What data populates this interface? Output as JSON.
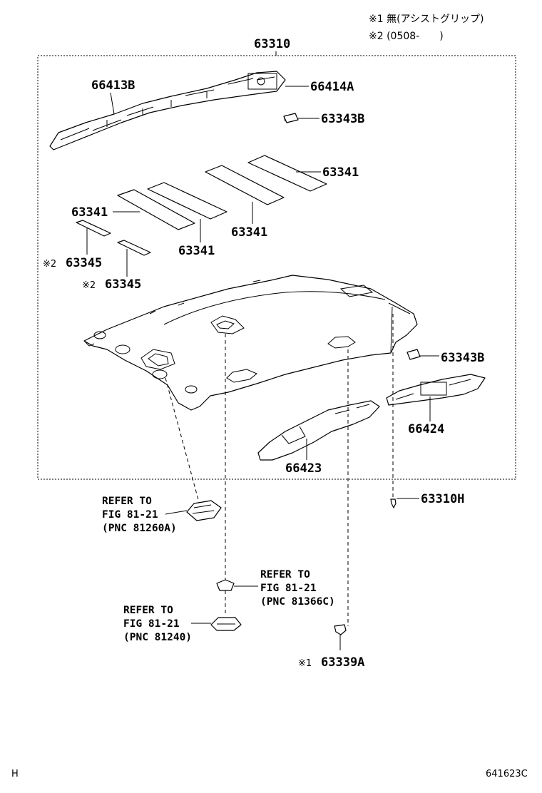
{
  "notes": {
    "note1": "※1 無(アシストグリップ)",
    "note2": "※2 (0508-　　)"
  },
  "labels": {
    "p63310": "63310",
    "p66413B": "66413B",
    "p66414A": "66414A",
    "p63343B_top": "63343B",
    "p63341_a": "63341",
    "p63341_b": "63341",
    "p63341_c": "63341",
    "p63341_d": "63341",
    "p63345_a": "63345",
    "p63345_b": "63345",
    "mark2_a": "※2",
    "mark2_b": "※2",
    "p63343B_bot": "63343B",
    "p66424": "66424",
    "p66423": "66423",
    "p63310H": "63310H",
    "p63339A": "63339A",
    "mark1": "※1"
  },
  "refs": {
    "ref1": {
      "line1": "REFER TO",
      "line2": "FIG 81-21",
      "line3": "(PNC 81260A)"
    },
    "ref2": {
      "line1": "REFER TO",
      "line2": "FIG 81-21",
      "line3": "(PNC 81366C)"
    },
    "ref3": {
      "line1": "REFER TO",
      "line2": "FIG 81-21",
      "line3": "(PNC 81240)"
    }
  },
  "footer": {
    "left": "H",
    "right": "641623C"
  }
}
